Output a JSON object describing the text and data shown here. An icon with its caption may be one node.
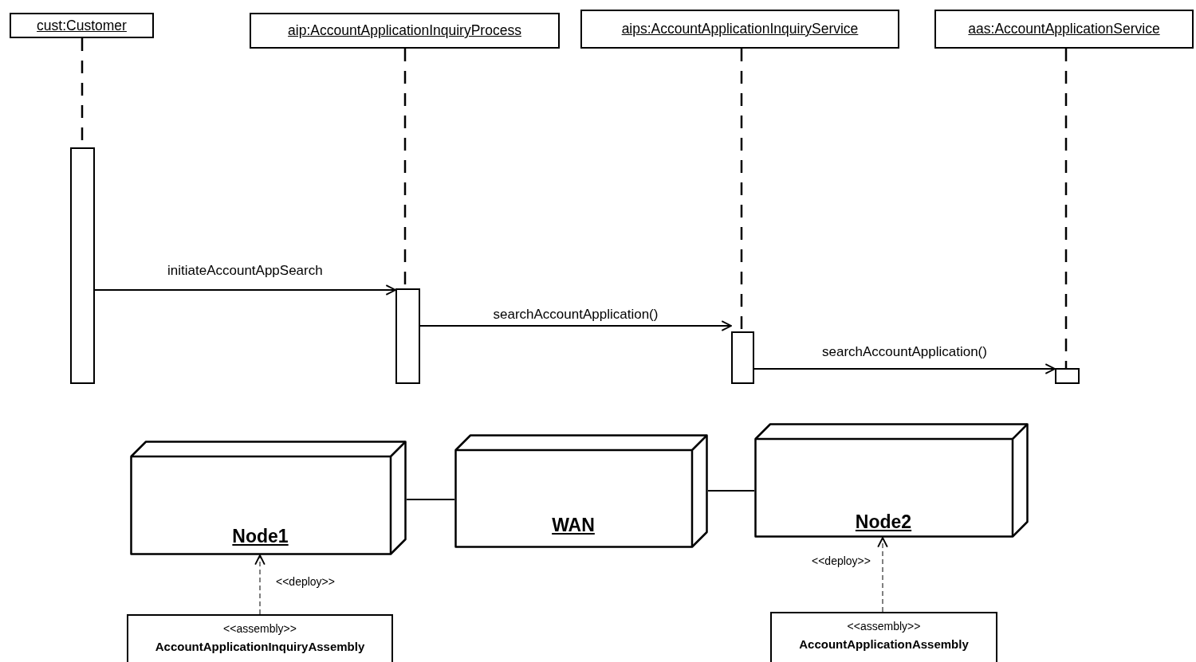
{
  "diagram": {
    "nodes": [
      {
        "text": [
          "cust:Customer"
        ]
      },
      {
        "text": [
          "aip:AccountApplicationInquiryProcess"
        ]
      },
      {
        "text": [
          "aips:AccountApplicationInquiryService"
        ]
      },
      {
        "text": [
          "aas:AccountApplicationService"
        ]
      },
      {
        "text": [],
        "shape": "bar"
      },
      {
        "text": [],
        "shape": "bar"
      },
      {
        "text": [],
        "shape": "bar"
      },
      {
        "text": [],
        "shape": "bar"
      },
      {
        "text": [
          "Node1"
        ]
      },
      {
        "text": [
          "WAN"
        ]
      },
      {
        "text": [
          "Node2"
        ]
      },
      {
        "text": [
          "<<assembly>>",
          "AccountApplicationInquiryAssembly"
        ]
      },
      {
        "text": [
          "<<assembly>>",
          "AccountApplicationAssembly"
        ]
      }
    ],
    "edges": [
      {
        "from": 0,
        "to": 4,
        "arrow": "none",
        "style": "dashed"
      },
      {
        "from": 1,
        "to": 5,
        "arrow": "none",
        "style": "dashed"
      },
      {
        "from": 2,
        "to": 6,
        "arrow": "none",
        "style": "dashed"
      },
      {
        "from": 3,
        "to": 7,
        "arrow": "none",
        "style": "dashed"
      },
      {
        "from": 4,
        "to": 5,
        "arrow": "to",
        "label": "initiateAccountAppSearch"
      },
      {
        "from": 5,
        "to": 6,
        "arrow": "to",
        "label": "searchAccountApplication()"
      },
      {
        "from": 6,
        "to": 7,
        "arrow": "to",
        "label": "searchAccountApplication()"
      },
      {
        "from": 8,
        "to": 9,
        "arrow": "none"
      },
      {
        "from": 9,
        "to": 10,
        "arrow": "none"
      },
      {
        "from": 11,
        "to": 8,
        "arrow": "to",
        "style": "dashed",
        "label": "<<deploy>>"
      },
      {
        "from": 12,
        "to": 10,
        "arrow": "to",
        "style": "dashed",
        "label": "<<deploy>>"
      }
    ]
  }
}
